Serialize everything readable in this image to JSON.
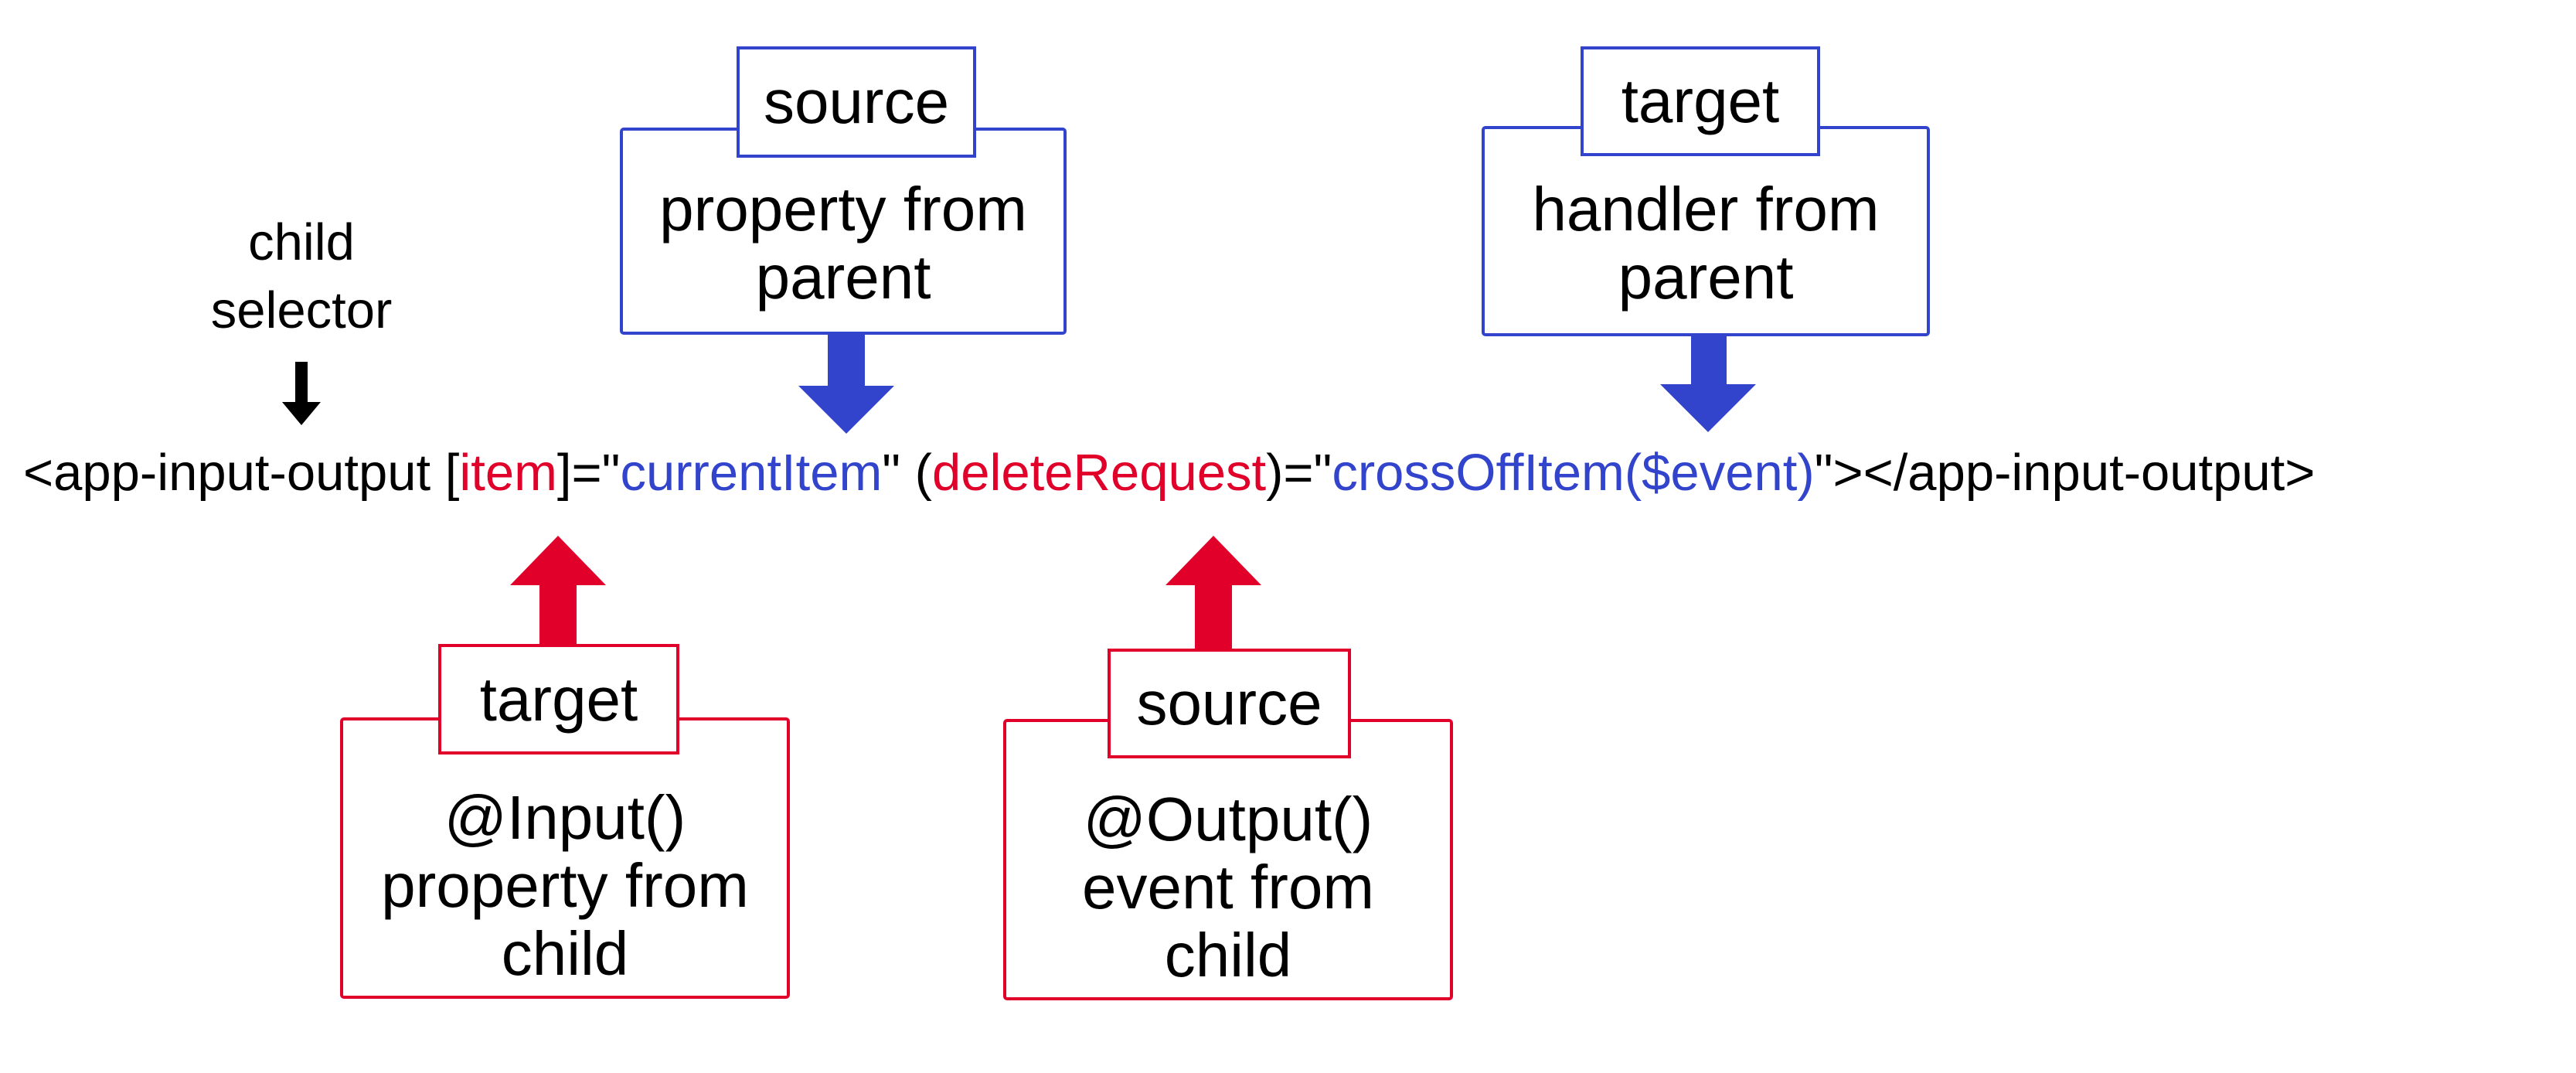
{
  "child_selector": {
    "lines": [
      "child",
      "selector"
    ]
  },
  "code": {
    "open_tag": "<app-input-output",
    "bracket_open": " [",
    "input_prop": "item",
    "bracket_close": "]=\"",
    "input_value": "currentItem",
    "middle": "\" (",
    "output_event": "deleteRequest",
    "paren_close": ")=\"",
    "output_handler": "crossOffItem($event)",
    "close_tag": "\"></app-input-output>"
  },
  "top_left_box": {
    "tag": "source",
    "lines": [
      "property from",
      "parent"
    ]
  },
  "top_right_box": {
    "tag": "target",
    "lines": [
      "handler from",
      "parent"
    ]
  },
  "bottom_left_box": {
    "tag": "target",
    "lines": [
      "@Input()",
      "property from",
      "child"
    ]
  },
  "bottom_right_box": {
    "tag": "source",
    "lines": [
      "@Output()",
      "event from",
      "child"
    ]
  },
  "colors": {
    "blue": "#3344cc",
    "red": "#e0002a",
    "text": "#000000"
  }
}
